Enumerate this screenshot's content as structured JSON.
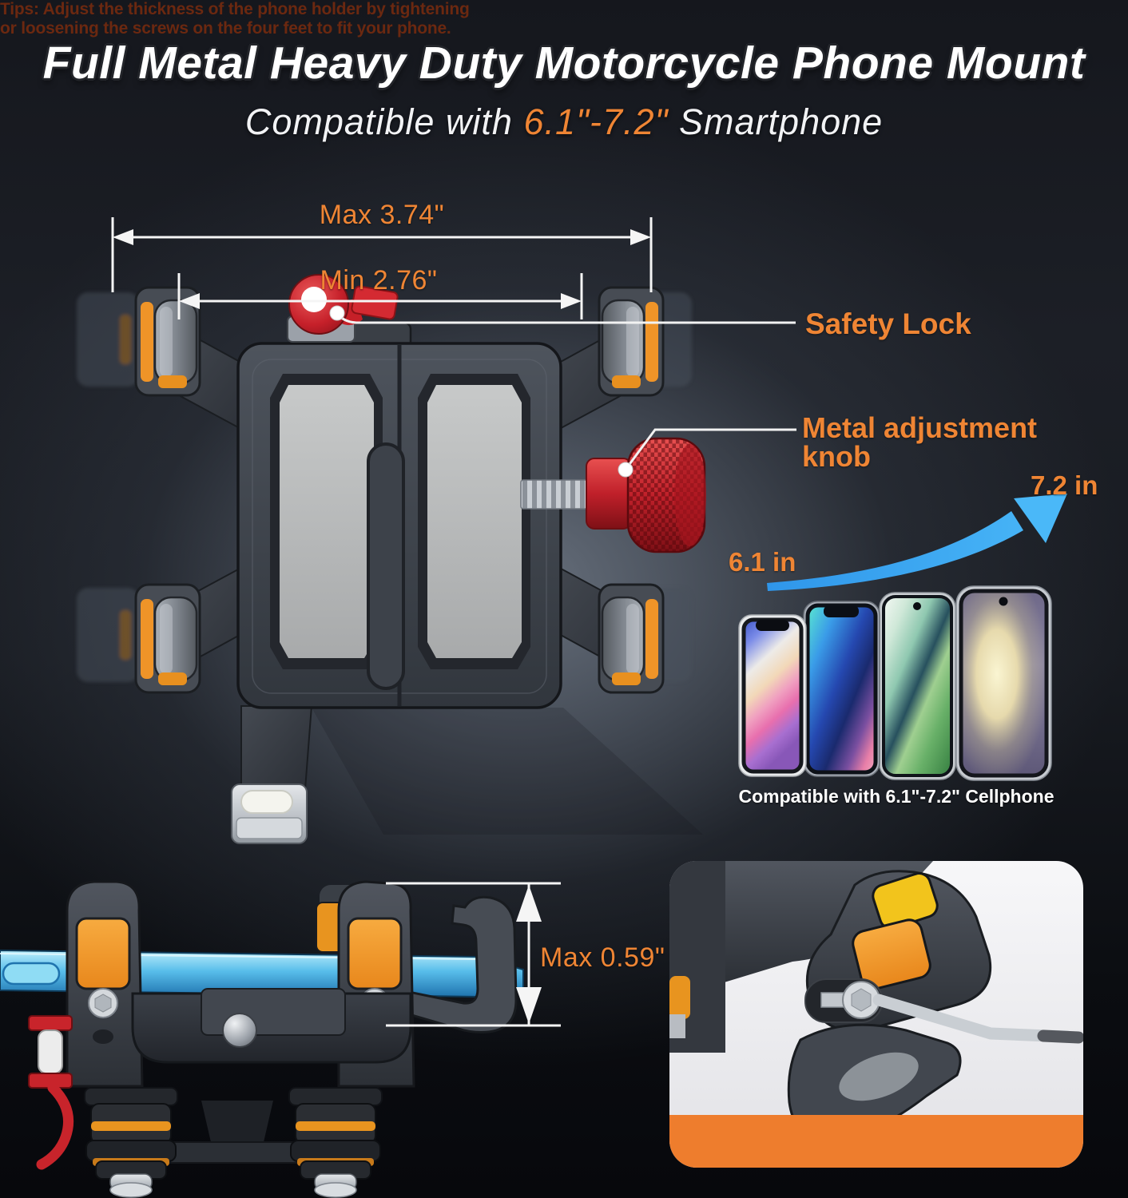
{
  "header": {
    "title": "Full Metal Heavy Duty Motorcycle Phone Mount",
    "subtitle_prefix": "Compatible with ",
    "subtitle_highlight": "6.1\"-7.2\"",
    "subtitle_suffix": " Smartphone"
  },
  "top_view": {
    "dim_max": "Max 3.74\"",
    "dim_min": "Min 2.76\"",
    "callout_safety_lock": "Safety Lock",
    "callout_knob_line1": "Metal adjustment",
    "callout_knob_line2": "knob"
  },
  "size_range": {
    "min_label": "6.1 in",
    "max_label": "7.2 in",
    "caption": "Compatible with 6.1\"-7.2\" Cellphone"
  },
  "side_view": {
    "dim_thickness": "Max 0.59\""
  },
  "detail_panel": {
    "tips_line1": "Tips: Adjust the thickness of the phone holder by tightening",
    "tips_line2": "or loosening the screws on the four feet to fit your phone."
  },
  "colors": {
    "accent_orange": "#ef8534",
    "arrow_blue": "#38a3f2",
    "tips_banner": "#ee7d2d",
    "knob_red": "#c8202a",
    "pad_orange": "#f09428",
    "phone_edge_blue": "#5fc0e8",
    "metal_gray": "#454a52",
    "background_dark": "#0b0d12"
  }
}
